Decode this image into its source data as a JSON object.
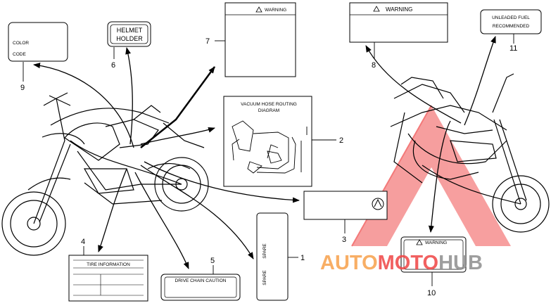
{
  "callouts": [
    "1",
    "2",
    "3",
    "4",
    "5",
    "6",
    "7",
    "8",
    "9",
    "10",
    "11"
  ],
  "labels": {
    "color_code_line1": "COLOR",
    "color_code_line2": "CODE",
    "helmet_line1": "HELMET",
    "helmet_line2": "HOLDER",
    "warning": "WARNING",
    "vacuum_line1": "VACUUM HOSE ROUTING",
    "vacuum_line2": "DIAGRAM",
    "unleaded_line1": "UNLEADED FUEL",
    "unleaded_line2": "RECOMMENDED",
    "tire_info": "TIRE INFORMATION",
    "drive_chain": "DRIVE CHAIN CAUTION",
    "spare": "SPARE"
  },
  "watermark": {
    "part1": "AUTO",
    "part2": "MOTO",
    "part3": "HUB",
    "color_orange": "#f7a04a",
    "color_red": "#ee4444",
    "color_gray": "#8d8d8d"
  }
}
